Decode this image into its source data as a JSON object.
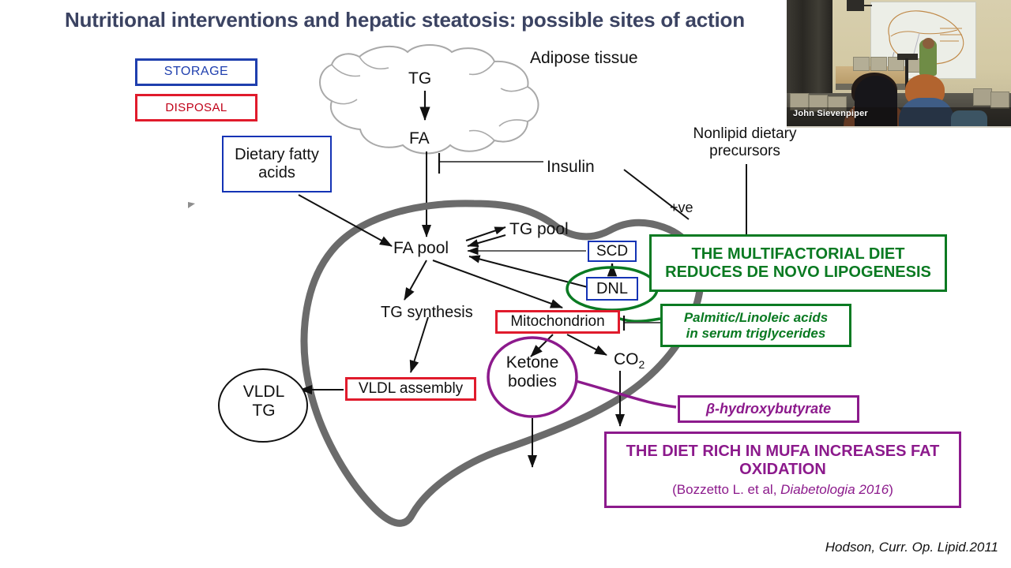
{
  "slide": {
    "title": "Nutritional interventions and hepatic steatosis: possible sites of action",
    "citation": "Hodson, Curr. Op. Lipid.2011"
  },
  "legend": {
    "storage": "STORAGE",
    "disposal": "DISPOSAL"
  },
  "diagram": {
    "adipose_label": "Adipose tissue",
    "adipose_tg": "TG",
    "adipose_fa": "FA",
    "insulin": "Insulin",
    "nonlipid_precursors": "Nonlipid dietary precursors",
    "positive_effect": "+ve",
    "dietary_fatty_acids": "Dietary fatty acids",
    "fa_pool": "FA pool",
    "tg_pool": "TG pool",
    "scd": "SCD",
    "dnl": "DNL",
    "tg_synthesis": "TG synthesis",
    "mitochondrion": "Mitochondrion",
    "vldl_assembly": "VLDL assembly",
    "vldl_tg": "VLDL TG",
    "ketone_bodies": "Ketone bodies",
    "co2": "CO",
    "co2_sub": "2"
  },
  "annotations": {
    "multifactorial_line1": "THE MULTIFACTORIAL DIET",
    "multifactorial_line2": "REDUCES DE NOVO LIPOGENESIS",
    "palmitic_line1": "Palmitic/Linoleic acids",
    "palmitic_line2": "in serum triglycerides",
    "bhb": "β-hydroxybutyrate",
    "mufa_line1": "THE DIET RICH IN MUFA INCREASES FAT",
    "mufa_line2": "OXIDATION",
    "mufa_ref_pre": "(Bozzetto L. et al, ",
    "mufa_ref_italic": "Diabetologia 2016",
    "mufa_ref_post": ")"
  },
  "video": {
    "caption": "John Sievenpiper"
  },
  "colors": {
    "title": "#3b4362",
    "storage_blue": "#1f3fae",
    "disposal_red": "#e01b2c",
    "annotation_green": "#0a7a22",
    "annotation_purple": "#8c1a8c",
    "liver_outline": "#6b6b6b",
    "background": "#ffffff"
  }
}
